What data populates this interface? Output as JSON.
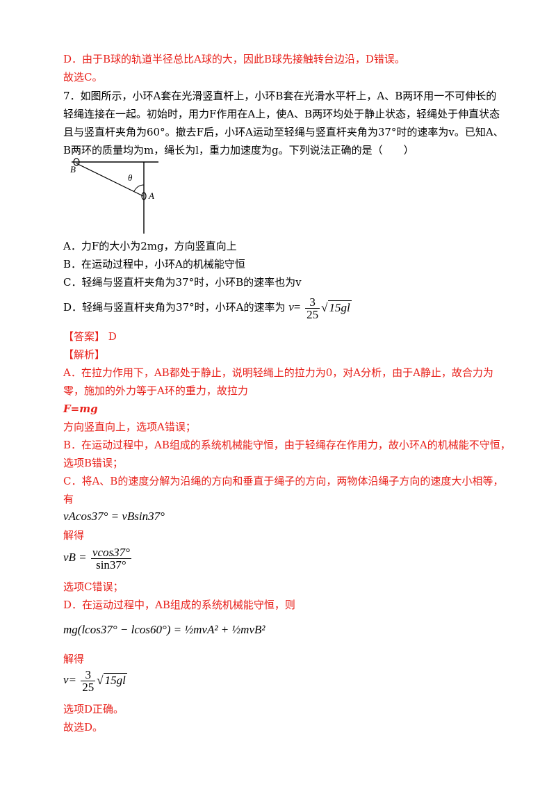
{
  "lines": {
    "d_prev": "D．由于B球的轨道半径总比A球的大，因此B球先接触转台边沿，D错误。",
    "choose_c": "故选C。",
    "q_line1": "7．如图所示，小环A套在光滑竖直杆上，小环B套在光滑水平杆上，A、B两环用一不可伸长的",
    "q_line2": "轻绳连接在一起。初始时，用力F作用在A上，使A、B两环均处于静止状态，轻绳处于伸直状态",
    "q_line3": "且与竖直杆夹角为60°。撤去F后，小环A运动至轻绳与竖直杆夹角为37°时的速率为v。已知A、",
    "q_line4": "B两环的质量均为m，绳长为l，重力加速度为g。下列说法正确的是（　　）",
    "opt_a": "A．力F的大小为2mg，方向竖直向上",
    "opt_b": "B．在运动过程中，小环A的机械能守恒",
    "opt_c": "C．轻绳与竖直杆夹角为37°时，小环B的速率也为v",
    "opt_d_prefix": "D．轻绳与竖直杆夹角为37°时，小环A的速率为",
    "answer": "【答案】 D",
    "analysis": "【解析】",
    "a_line1": "A．在拉力作用下，AB都处于静止，说明轻绳上的拉力为0，对A分析，由于A静止，故合力为",
    "a_line2": "零，施加的外力等于A环的重力，故拉力",
    "a_formula": "F=mg",
    "a_line3": "方向竖直向上，选项A错误；",
    "b_line1": "B．在运动过程中，AB组成的系统机械能守恒，由于轻绳存在作用力，故小环A的机械能不守恒，",
    "b_line2": "选项B错误；",
    "c_line1": "C．将A、B的速度分解为沿绳的方向和垂直于绳子的方向，两物体沿绳子方向的速度大小相等，",
    "c_line2": "有",
    "c_eq1": "vAcos37° = vBsin37°",
    "solve1": "解得",
    "c_eq2_lhs": "vB =",
    "c_eq2_num": "vcos37°",
    "c_eq2_den": "sin37°",
    "c_line3": "选项C错误；",
    "d_line1": "D．在运动过程中，AB组成的系统机械能守恒，则",
    "d_eq1": "mg(lcos37° − lcos60°) = ½mvA² + ½mvB²",
    "solve2": "解得",
    "d_eq2_lhs": "v=",
    "frac_num": "3",
    "frac_den": "25",
    "sqrt_body": "15gl",
    "d_line2": "选项D正确。",
    "choose_d": "故选D。"
  },
  "figure": {
    "label_b": "B",
    "label_a": "A",
    "label_theta": "θ"
  }
}
